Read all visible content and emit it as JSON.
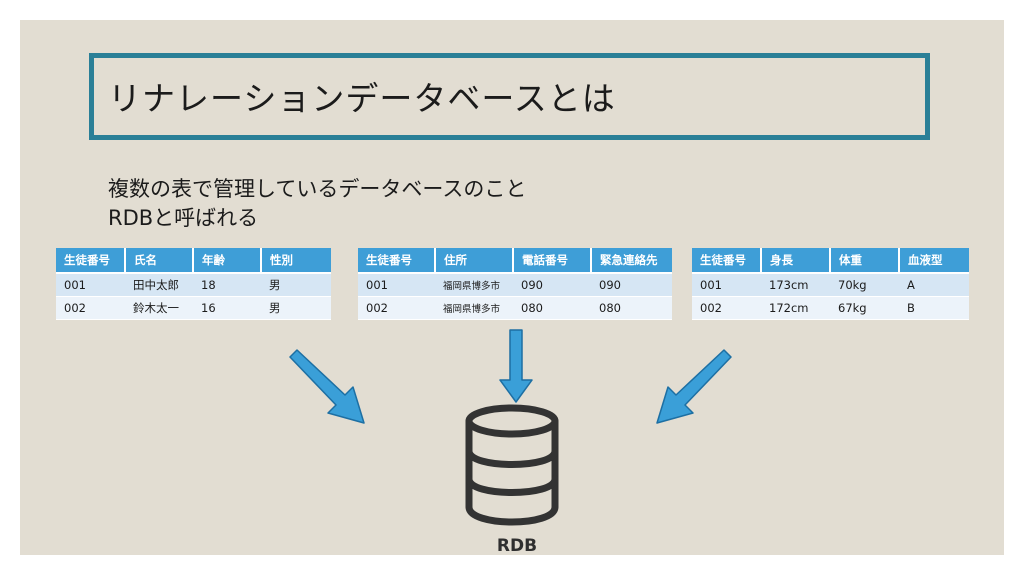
{
  "title": "リナレーションデータベースとは",
  "description": {
    "line1": "複数の表で管理しているデータベースのこと",
    "line2": "RDBと呼ばれる"
  },
  "tables": [
    {
      "headers": [
        "生徒番号",
        "氏名",
        "年齢",
        "性別"
      ],
      "rows": [
        [
          "001",
          "田中太郎",
          "18",
          "男"
        ],
        [
          "002",
          "鈴木太一",
          "16",
          "男"
        ]
      ]
    },
    {
      "headers": [
        "生徒番号",
        "住所",
        "電話番号",
        "緊急連絡先"
      ],
      "rows": [
        [
          "001",
          "福岡県博多市",
          "090",
          "090"
        ],
        [
          "002",
          "福岡県博多市",
          "080",
          "080"
        ]
      ]
    },
    {
      "headers": [
        "生徒番号",
        "身長",
        "体重",
        "血液型"
      ],
      "rows": [
        [
          "001",
          "173cm",
          "70kg",
          "A"
        ],
        [
          "002",
          "172cm",
          "67kg",
          "B"
        ]
      ]
    }
  ],
  "rdb_label": "RDB",
  "icons": {
    "arrows": [
      "arrow-down-right-icon",
      "arrow-down-icon",
      "arrow-down-left-icon"
    ],
    "database": "database-icon"
  },
  "colors": {
    "background": "#e2ddd2",
    "title_border": "#2a7f97",
    "table_header": "#3e9ed7",
    "row_dark": "#d6e6f4",
    "row_light": "#ecf3fa",
    "arrow": "#3a9fd8",
    "arrow_outline": "#1d6fa3",
    "database": "#333333"
  }
}
